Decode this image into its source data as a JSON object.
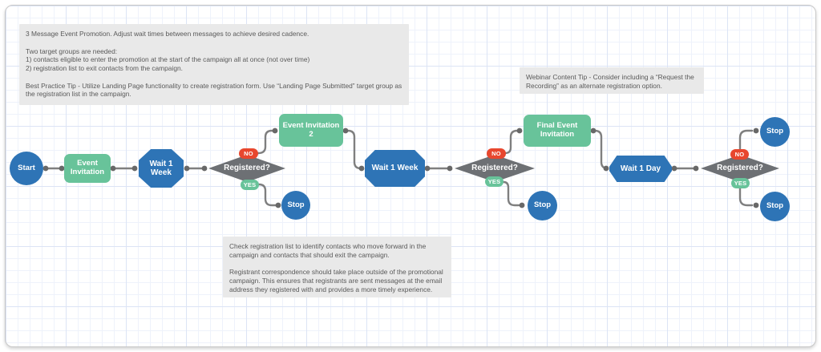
{
  "notes": {
    "top_left": "3 Message Event Promotion. Adjust wait times between messages to achieve desired cadence.\n\nTwo target groups are needed:\n1) contacts eligible to enter the promotion at the start of the campaign all at once (not over time)\n2) registration list to exit contacts from the campaign.\n\nBest Practice Tip - Utilize Landing Page functionality to create registration form. Use “Landing Page Submitted” target group as the registration list in the campaign.",
    "top_right": "Webinar Content Tip - Consider including a “Request the Recording” as an alternate registration option.",
    "bottom": "Check registration list to identify contacts who move forward in the campaign and contacts that should exit the campaign.\n\nRegistrant correspondence should take place outside of the promotional campaign.  This ensures that registrants are sent messages at the email address they registered with and provides a more timely experience."
  },
  "badge_labels": {
    "no": "NO",
    "yes": "YES"
  },
  "nodes": {
    "start": "Start",
    "event_invitation_1": "Event Invitation",
    "wait_1_week_1": "Wait 1 Week",
    "registered_1": "Registered?",
    "event_invitation_2": "Event Invitation 2",
    "stop_1": "Stop",
    "wait_1_week_2": "Wait 1 Week",
    "registered_2": "Registered?",
    "final_event_invitation": "Final Event Invitation",
    "stop_2": "Stop",
    "wait_1_day": "Wait 1 Day",
    "registered_3": "Registered?",
    "stop_3": "Stop",
    "stop_4": "Stop"
  },
  "colors": {
    "node_blue": "#2e74b6",
    "node_green": "#68c39a",
    "decision_gray": "#6d7074",
    "badge_no_red": "#e8472e",
    "badge_yes_green": "#68c39a",
    "connector_gray": "#7f7f7f",
    "connector_dot": "#686868",
    "note_background": "#e9e9e9",
    "note_text": "#595959",
    "grid_minor": "#eef2fb",
    "grid_major": "#dce4f5"
  }
}
